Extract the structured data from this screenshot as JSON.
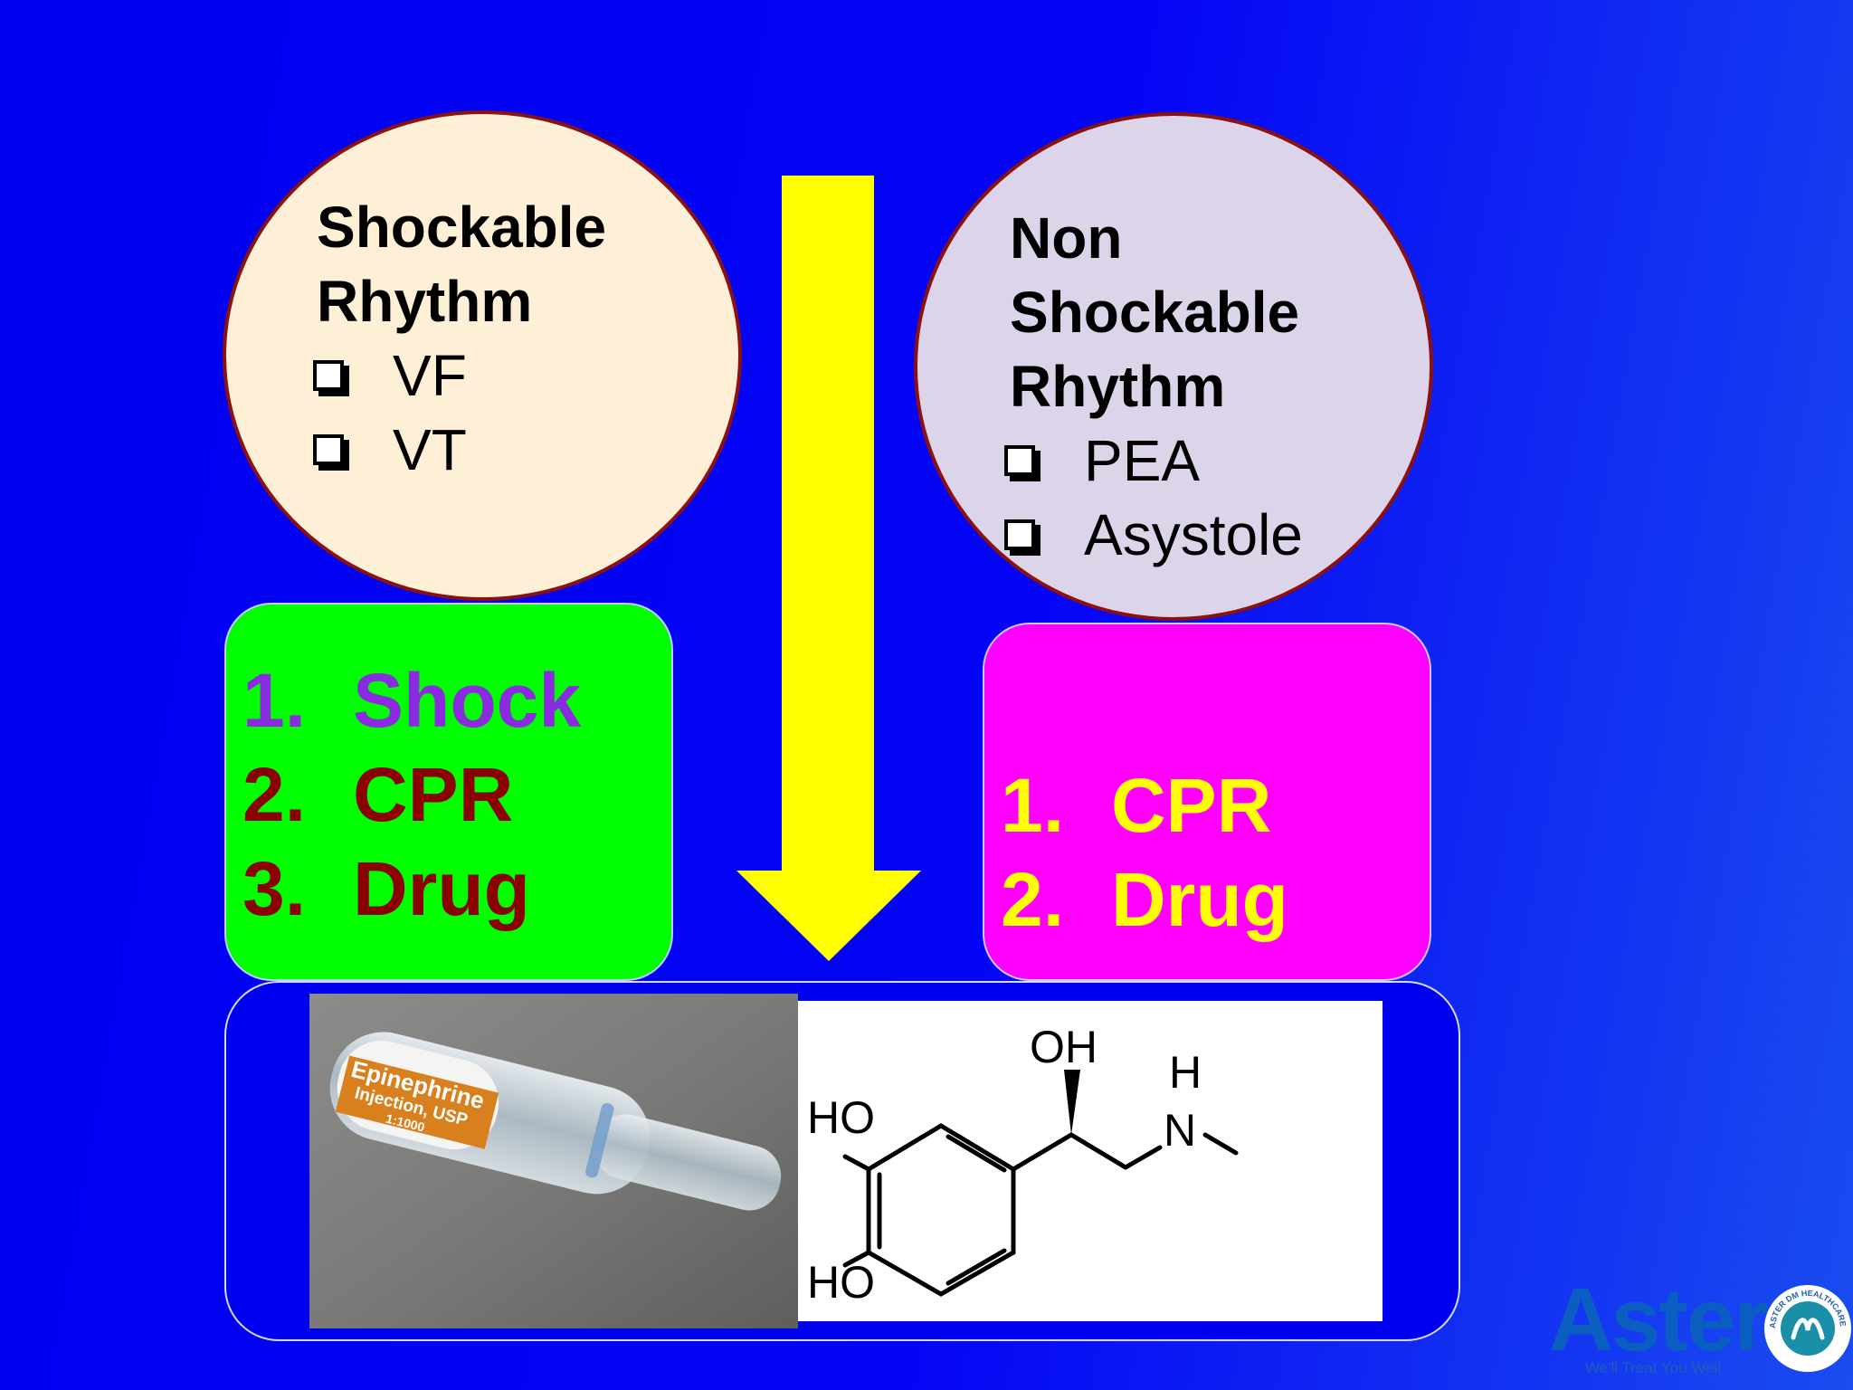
{
  "shockable": {
    "heading_line1": "Shockable",
    "heading_line2": "Rhythm",
    "items": [
      "VF",
      "VT"
    ]
  },
  "non_shockable": {
    "heading_line1": "Non",
    "heading_line2": "Shockable",
    "heading_line3": "Rhythm",
    "items": [
      "PEA",
      "Asystole"
    ]
  },
  "shockable_steps": [
    {
      "num": "1.",
      "label": "Shock"
    },
    {
      "num": "2.",
      "label": "CPR"
    },
    {
      "num": "3.",
      "label": "Drug"
    }
  ],
  "non_shockable_steps": [
    {
      "num": "1.",
      "label": "CPR"
    },
    {
      "num": "2.",
      "label": "Drug"
    }
  ],
  "ampoule_label": {
    "line1": "Epinephrine",
    "line2": "Injection, USP",
    "line3": "1:1000"
  },
  "molecule": {
    "oh_top": "OH",
    "h": "H",
    "n": "N",
    "ho_upper": "HO",
    "ho_lower": "HO"
  },
  "logo": {
    "word": "Aster",
    "tagline": "We'll Treat You Well",
    "seal_text": "ASTER DM HEALTHCARE"
  },
  "colors": {
    "background": "#0000f0",
    "arrow": "#ffff00",
    "shockable_circle": "#fdf0d6",
    "non_shockable_circle": "#dcd5ea",
    "circle_border": "#8b1010",
    "green_box": "#00ff00",
    "magenta_box": "#ff00ff",
    "shock_text": "#8a2be2",
    "green_box_text": "#8b0000",
    "magenta_box_text": "#ffff00"
  }
}
